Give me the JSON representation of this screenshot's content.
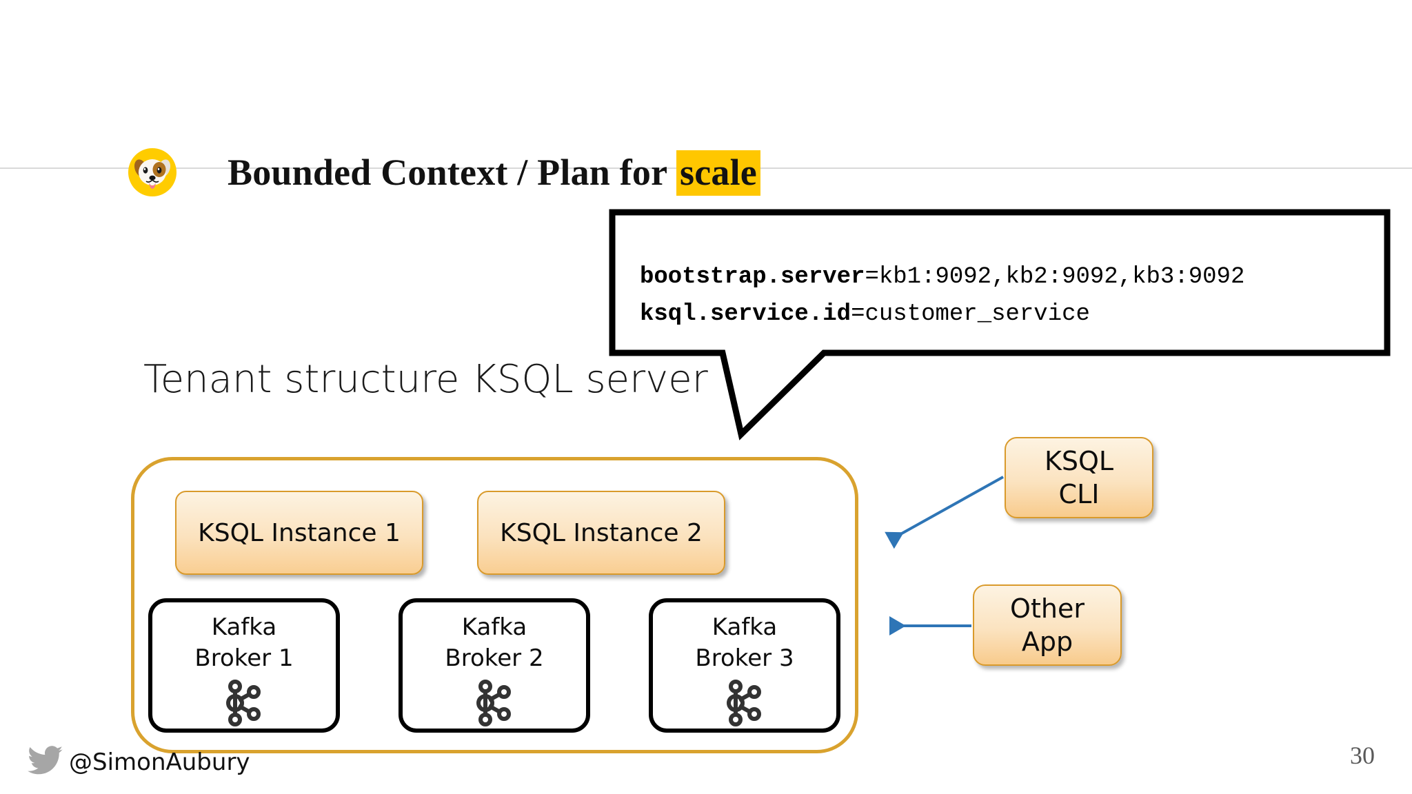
{
  "slide": {
    "page_number": "30",
    "title_prefix": "Bounded Context / Plan for ",
    "title_highlight": "scale",
    "highlight_color": "#FFC700",
    "avatar_icon": "dog-face-emoji",
    "avatar_bg_color": "#FFCC00"
  },
  "callout": {
    "line1_key": "bootstrap.server",
    "line1_value": "=kb1:9092,kb2:9092,kb3:9092",
    "line2_key": "ksql.service.id",
    "line2_value": "=customer_service"
  },
  "section": {
    "heading": "Tenant structure KSQL server"
  },
  "tenant": {
    "border_color": "#D9A22E",
    "ksql_instances": [
      {
        "label": "KSQL Instance 1"
      },
      {
        "label": "KSQL Instance 2"
      }
    ],
    "brokers": [
      {
        "line1": "Kafka",
        "line2": "Broker 1",
        "icon": "kafka-logo"
      },
      {
        "line1": "Kafka",
        "line2": "Broker 2",
        "icon": "kafka-logo"
      },
      {
        "line1": "Kafka",
        "line2": "Broker 3",
        "icon": "kafka-logo"
      }
    ]
  },
  "clients": [
    {
      "line1": "KSQL",
      "line2": "CLI",
      "arrow": "arrow-ksql-cli"
    },
    {
      "line1": "Other",
      "line2": "App",
      "arrow": "arrow-other-app"
    }
  ],
  "arrow_color": "#2E75B6",
  "footer": {
    "handle": "@SimonAubury",
    "icon": "twitter-bird-icon",
    "icon_color": "#A6A6A6"
  }
}
